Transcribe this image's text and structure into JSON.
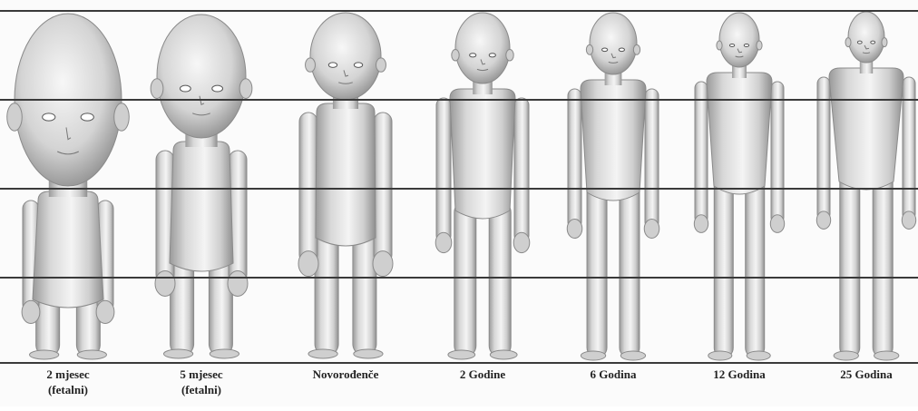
{
  "figures": [
    {
      "label": "2 mjesec",
      "sublabel": "(fetalni)",
      "stage": "fetus-2-months"
    },
    {
      "label": "5 mjesec",
      "sublabel": "(fetalni)",
      "stage": "fetus-5-months"
    },
    {
      "label": "Novorođenče",
      "sublabel": "",
      "stage": "newborn"
    },
    {
      "label": "2 Godine",
      "sublabel": "",
      "stage": "child-2-years"
    },
    {
      "label": "6 Godina",
      "sublabel": "",
      "stage": "child-6-years"
    },
    {
      "label": "12 Godina",
      "sublabel": "",
      "stage": "adolescent-12-years"
    },
    {
      "label": "25 Godina",
      "sublabel": "",
      "stage": "adult-25-years"
    }
  ],
  "colors": {
    "grid_line": "#3a3a3a",
    "skin_light": "#f2f2f2",
    "skin_mid": "#cfcfcf",
    "skin_dark": "#8a8a8a",
    "caption": "#222222"
  }
}
